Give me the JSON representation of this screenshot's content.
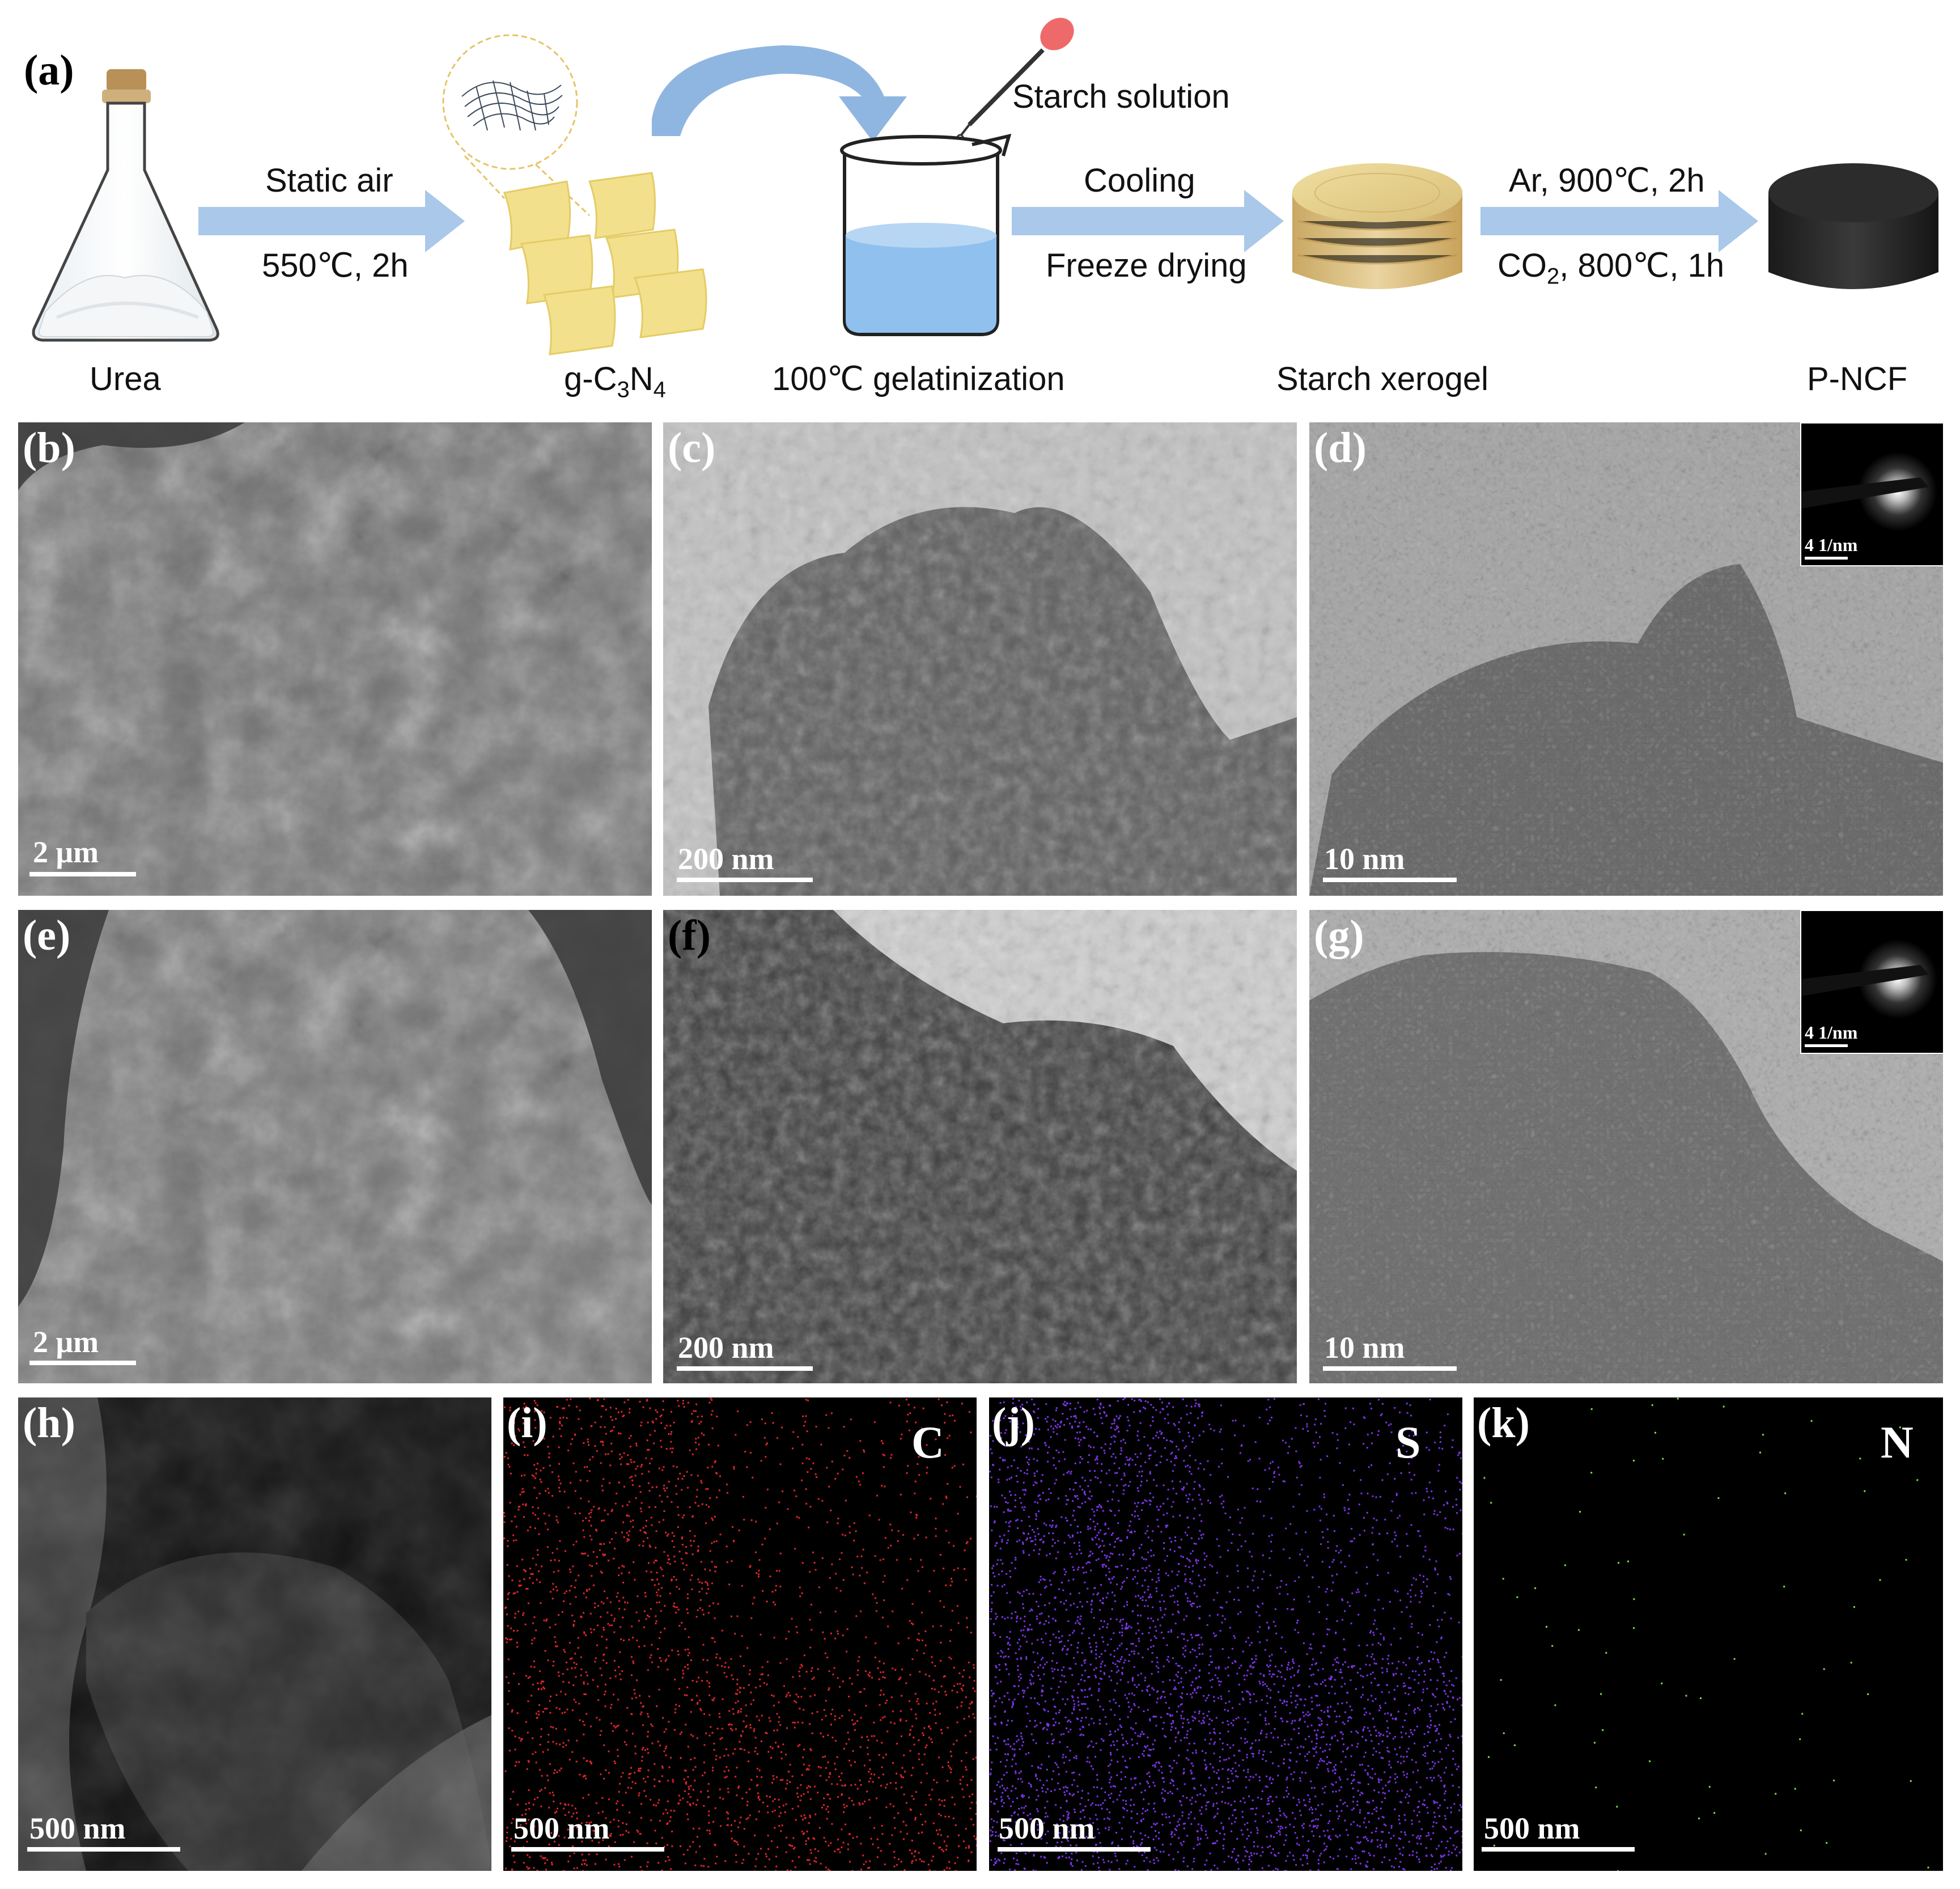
{
  "scheme": {
    "label": "(a)",
    "step1_top": "Static air",
    "step1_bottom": "550℃, 2h",
    "starch_solution": "Starch solution",
    "step3_top": "Cooling",
    "step3_bottom": "Freeze drying",
    "step4_top": "Ar, 900℃, 2h",
    "step4_bottom_pre": "CO",
    "step4_bottom_sub": "2",
    "step4_bottom_post": ", 800℃, 1h",
    "cap_urea": "Urea",
    "cap_gcn_pre": "g-C",
    "cap_gcn_sub1": "3",
    "cap_gcn_mid": "N",
    "cap_gcn_sub2": "4",
    "cap_gel": "100℃ gelatinization",
    "cap_xerogel": "Starch xerogel",
    "cap_pncf": "P-NCF"
  },
  "panels": {
    "b": {
      "label": "(b)",
      "scale": "2 μm"
    },
    "c": {
      "label": "(c)",
      "scale": "200 nm"
    },
    "d": {
      "label": "(d)",
      "scale": "10 nm",
      "inset_scale": "4 1/nm"
    },
    "e": {
      "label": "(e)",
      "scale": "2 μm"
    },
    "f": {
      "label": "(f)",
      "scale": "200 nm"
    },
    "g": {
      "label": "(g)",
      "scale": "10 nm",
      "inset_scale": "4 1/nm"
    },
    "h": {
      "label": "(h)",
      "scale": "500 nm"
    },
    "i": {
      "label": "(i)",
      "scale": "500 nm",
      "element": "C",
      "color": "#e0262a"
    },
    "j": {
      "label": "(j)",
      "scale": "500 nm",
      "element": "S",
      "color": "#7a35e8"
    },
    "k": {
      "label": "(k)",
      "scale": "500 nm",
      "element": "N",
      "color": "#7ee04a"
    }
  },
  "colors": {
    "arrow": "#a9c8ea",
    "gcn": "#f2e08c",
    "liquid": "#8fc0ee"
  }
}
